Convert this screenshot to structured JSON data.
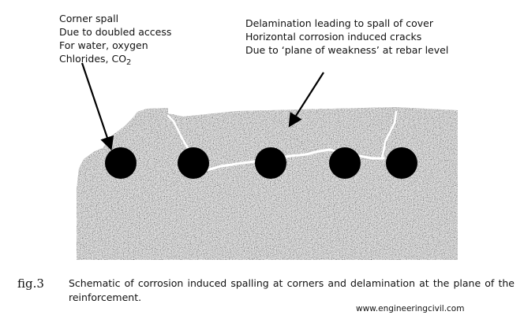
{
  "annotations": {
    "left": {
      "lines": [
        "Corner spall",
        "Due to doubled access",
        "For water, oxygen"
      ],
      "chlorides_prefix": "Chlorides, CO",
      "chlorides_subscript": "2"
    },
    "right": {
      "lines": [
        "Delamination leading to spall of cover",
        "Horizontal corrosion induced cracks",
        "Due to ‘plane of weakness’ at rebar level"
      ]
    }
  },
  "diagram": {
    "rebar_count": 5,
    "concrete_color": "#b9b9b9",
    "rebar_color": "#000000",
    "crack_color": "#ffffff"
  },
  "caption": {
    "label": "fig.3",
    "text": "Schematic of corrosion induced spalling at corners and delamination at the plane of the reinforcement."
  },
  "watermark": "www.engineeringcivil.com"
}
